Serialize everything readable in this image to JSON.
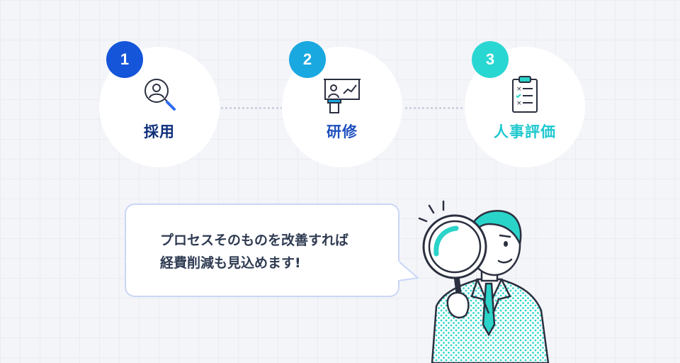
{
  "steps": [
    {
      "number": "1",
      "label": "採用",
      "badge_color": "#1455d9",
      "label_color": "#0e2e7a",
      "icon": "recruit-search-icon"
    },
    {
      "number": "2",
      "label": "研修",
      "badge_color": "#1aa8e0",
      "label_color": "#1f4fbf",
      "icon": "training-presentation-icon"
    },
    {
      "number": "3",
      "label": "人事評価",
      "badge_color": "#29d7d2",
      "label_color": "#1ec8cf",
      "icon": "evaluation-clipboard-icon"
    }
  ],
  "bubble": {
    "line1": "プロセスそのものを改善すれば",
    "line2": "経費削減も見込めます!"
  },
  "colors": {
    "accent_teal": "#2ad4c9",
    "outline": "#2b3040",
    "bubble_border": "#c9d6f6"
  }
}
